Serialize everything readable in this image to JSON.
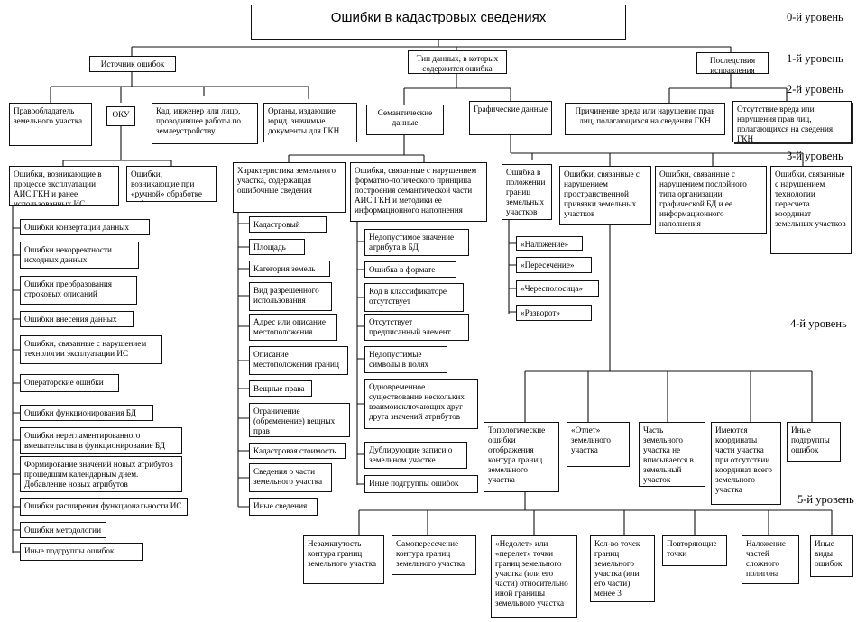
{
  "title": "Ошибки в кадастровых сведениях",
  "levels": {
    "l0": "0-й уровень",
    "l1": "1-й уровень",
    "l2": "2-й уровень",
    "l3": "3-й уровень",
    "l4": "4-й уровень",
    "l5": "5-й уровень"
  },
  "level1": {
    "source": "Источник ошибок",
    "data_type": "Тип данных, в которых содержится ошибка",
    "consequences": "Последствия исправления"
  },
  "level2": {
    "owner": "Правообладатель земельного участка",
    "oku": "ОКУ",
    "engineer": "Кад. инженер или лицо, проводившее работы по землеустройству",
    "authorities": "Органы, издающие юрид. значимые документы для ГКН",
    "semantic": "Семантические данные",
    "graphic": "Графические данные",
    "harm": "Причинение вреда или нарушение прав лиц, полагающихся на сведения ГКН",
    "no_harm": "Отсутствие вреда или нарушения прав лиц, полагающихся на сведения ГКН"
  },
  "level3": {
    "oku_process": "Ошибки, возникающие в процессе эксплуатации АИС ГКН и ранее использованных ИС",
    "oku_manual": "Ошибки, возникающие при «ручной» обработке информации",
    "sem_characteristic": "Характеристика земельного участка, содержащая ошибочные сведения",
    "sem_format_logic": "Ошибки, связанные с нарушением форматно-логического принципа построения семантической части АИС ГКН и методики ее информационного наполнения",
    "gr_position": "Ошибка в положении границ земельных участков",
    "gr_spatial": "Ошибки, связанные с нарушением пространственной привязки земельных участков",
    "gr_layer": "Ошибки, связанные с нарушением послойного типа организации графической БД и ее информационного наполнения",
    "gr_recalc": "Ошибки, связанные с нарушением технологии пересчета координат земельных участков"
  },
  "oku_list": [
    "Ошибки конвертации данных",
    "Ошибки некорректности исходных данных",
    "Ошибки преобразования строковых описаний",
    "Ошибки внесения данных",
    "Ошибки, связанные с нарушением технологии эксплуатации ИС",
    "Операторские ошибки",
    "Ошибки функционирования БД",
    "Ошибки нерегламентированного вмешательства в функционирование БД",
    "Формирование значений новых атрибутов прошедшим календарным днем. Добавление новых атрибутов",
    "Ошибки расширения функциональности ИС",
    "Ошибки методологии",
    "Иные подгруппы ошибок"
  ],
  "characteristic_list": [
    "Кадастровый номер",
    "Площадь",
    "Категория земель",
    "Вид разрешенного использования",
    "Адрес или описание местоположения",
    "Описание местоположения границ",
    "Вещные права",
    "Ограничение (обременение) вещных прав",
    "Кадастровая стоимость",
    "Сведения о части земельного участка",
    "Иные сведения"
  ],
  "format_list": [
    "Недопустимое значение атрибута в БД",
    "Ошибка в формате",
    "Код в классификаторе отсутствует",
    "Отсутствует предписанный элемент",
    "Недопустимые символы в полях",
    "Одновременное существование нескольких взаимоисключающих друг друга значений атрибутов",
    "Дублирующие записи о земельном участке",
    "Иные подгруппы ошибок"
  ],
  "position_list": [
    "«Наложение»",
    "«Пересечение»",
    "«Чересполосица»",
    "«Разворот»"
  ],
  "level4": [
    "Топологические ошибки отображения контура границ земельного участка",
    "«Отлет» земельного участка",
    "Часть земельного участка не вписывается в земельный участок",
    "Имеются координаты части участка при отсутствии координат всего земельного участка",
    "Иные подгруппы ошибок"
  ],
  "level5": [
    "Незамкнутость контура границ земельного участка",
    "Самопересечение контура границ земельного участка",
    "«Недолет» или «перелет» точки границ земельного участка (или его части) относительно иной границы земельного участка",
    "Кол-во точек границ земельного участка (или его части) менее 3",
    "Повторяющие точки",
    "Наложение частей сложного полигона",
    "Иные виды ошибок"
  ]
}
